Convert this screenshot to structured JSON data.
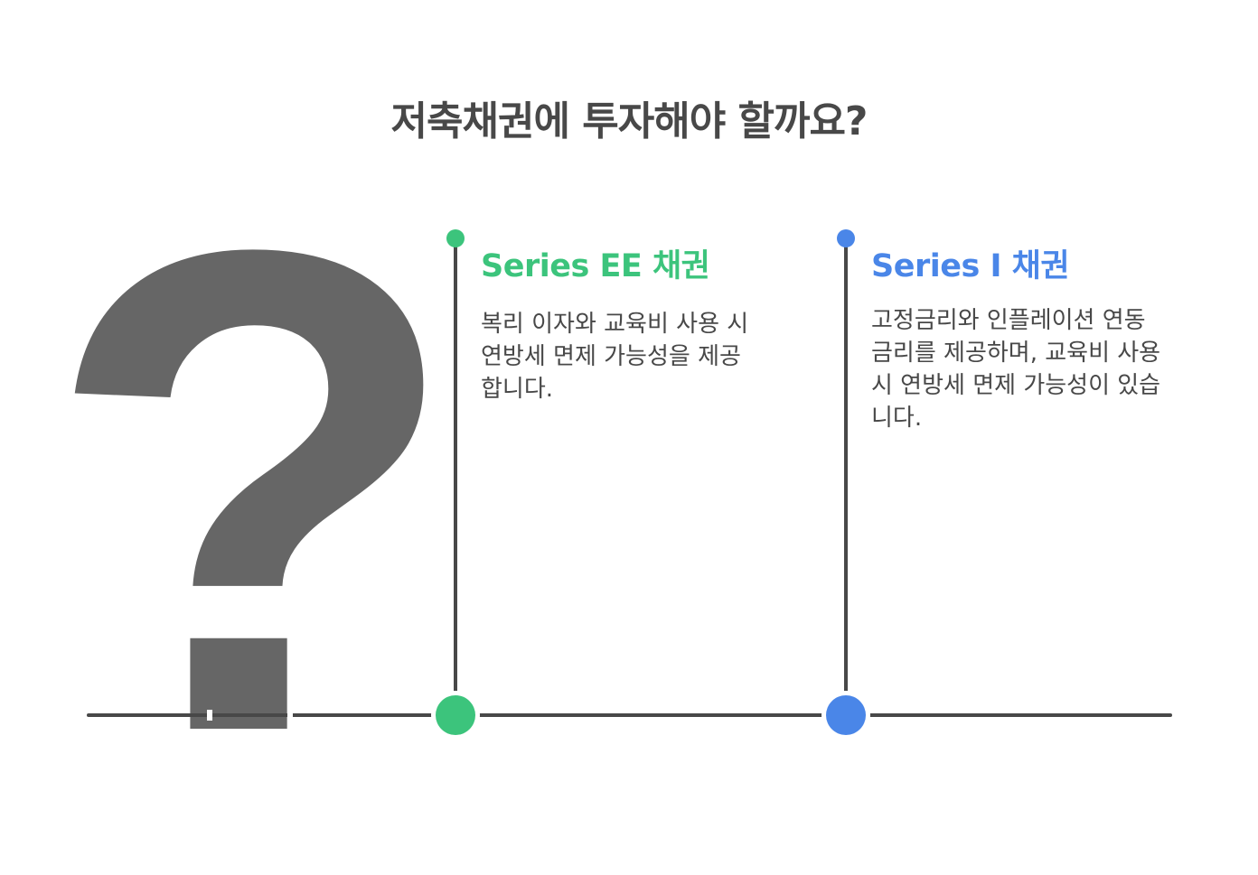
{
  "title": "저축채권에 투자해야 할까요?",
  "icons": {
    "main": "question-mark-icon",
    "glyph": "?"
  },
  "colors": {
    "title": "#484848",
    "text": "#484848",
    "icon": "#666666",
    "line": "#484848",
    "series_ee": "#3cc47c",
    "series_i": "#4a86e8"
  },
  "items": [
    {
      "title": "Series EE 채권",
      "description": "복리 이자와 교육비 사용 시 연방세 면제 가능성을 제공합니다."
    },
    {
      "title": "Series I 채권",
      "description": "고정금리와 인플레이션 연동 금리를 제공하며, 교육비 사용 시 연방세 면제 가능성이 있습니다."
    }
  ]
}
